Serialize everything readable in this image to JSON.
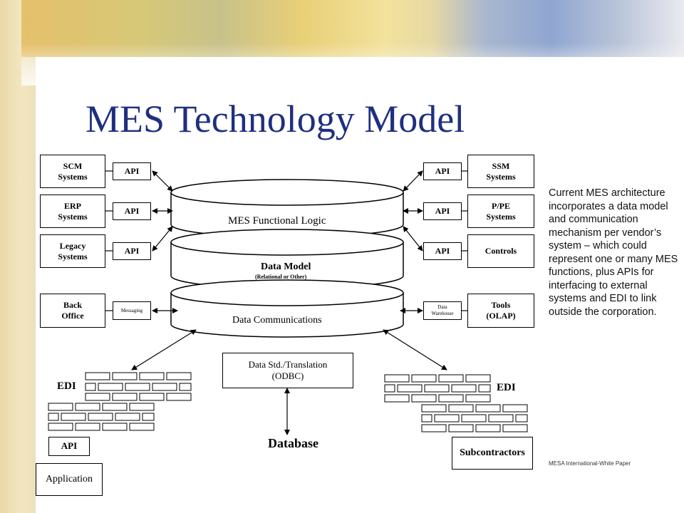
{
  "title": "MES Technology Model",
  "description": "Current MES architecture incorporates a data model and communication mechanism per vendor’s system – which could represent one or many MES functions, plus APIs for interfacing to external systems and EDI to link outside the corporation.",
  "credit": "MESA International-White Paper",
  "left_systems": [
    "SCM\nSystems",
    "ERP\nSystems",
    "Legacy\nSystems",
    "Back\nOffice"
  ],
  "right_systems": [
    "SSM\nSystems",
    "P/PE\nSystems",
    "Controls",
    "Tools\n(OLAP)"
  ],
  "api_label": "API",
  "messaging_label": "Messaging",
  "data_warehouse_label": "Data\nWarehouse",
  "layers": {
    "functional_logic": "MES Functional Logic",
    "data_model": "Data Model",
    "data_model_sub": "(Relational or Other)",
    "data_communications": "Data Communications"
  },
  "translation_box": "Data Std./Translation\n(ODBC)",
  "database": "Database",
  "edi_label": "EDI",
  "bottom_api": "API",
  "application": "Application",
  "subcontractors": "Subcontractors"
}
